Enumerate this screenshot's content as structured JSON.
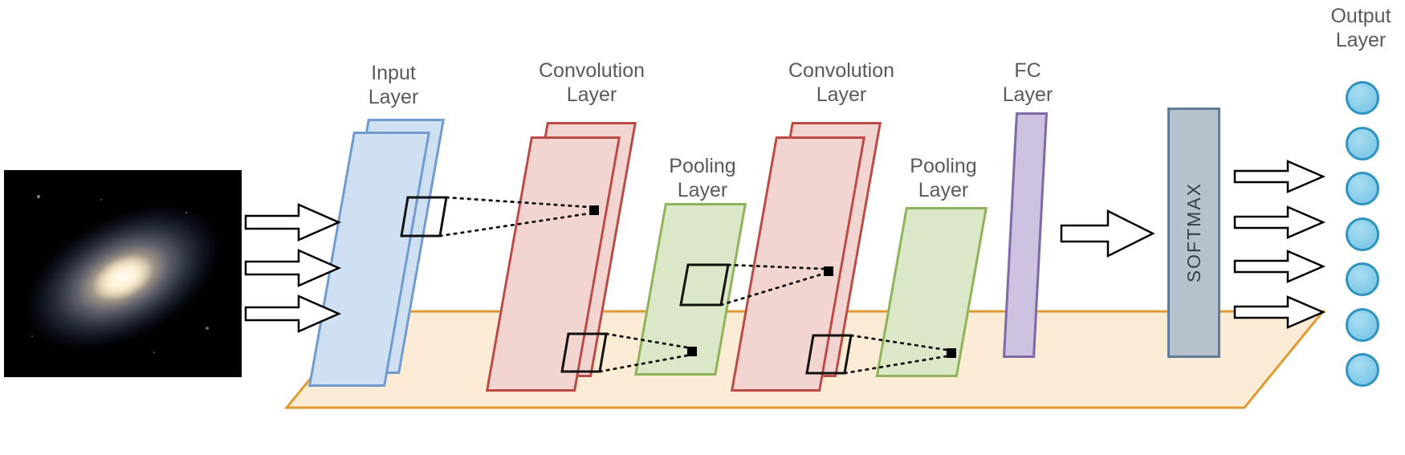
{
  "diagram_type": "convolutional-neural-network-architecture",
  "flow_sequence": [
    "Input image (spiral galaxy)",
    "Input Layer",
    "Convolution Layer",
    "Pooling Layer",
    "Convolution Layer",
    "Pooling Layer",
    "FC Layer",
    "SOFTMAX",
    "Output Layer"
  ],
  "labels": {
    "input": {
      "line1": "Input",
      "line2": "Layer"
    },
    "conv1": {
      "line1": "Convolution",
      "line2": "Layer"
    },
    "pool1": {
      "line1": "Pooling",
      "line2": "Layer"
    },
    "conv2": {
      "line1": "Convolution",
      "line2": "Layer"
    },
    "pool2": {
      "line1": "Pooling",
      "line2": "Layer"
    },
    "fc": {
      "line1": "FC",
      "line2": "Layer"
    },
    "output": {
      "line1": "Output",
      "line2": "Layer"
    },
    "softmax": "SOFTMAX"
  },
  "counts": {
    "input_arrows": 3,
    "output_arrows": 4,
    "output_nodes": 7,
    "input_planes": 2,
    "conv1_planes": 2,
    "conv2_planes": 2,
    "receptive_field_connections": 4
  },
  "icons": {
    "galaxy_image": "spiral-galaxy-photo",
    "flow_arrows": "right-arrow-outline",
    "feature_points": "black-square-dot"
  },
  "colors": {
    "input_layer_fill": "#cfe0f3",
    "input_layer_border": "#6f9bd1",
    "conv_layer_fill": "#f2d4d1",
    "conv_layer_border": "#bc4a45",
    "pooling_layer_fill": "#dbe7c6",
    "pooling_layer_border": "#8fb35a",
    "fc_layer_fill": "#cdc2df",
    "fc_layer_border": "#7e6aa6",
    "softmax_fill": "#b5c2cd",
    "softmax_border": "#5d7d99",
    "ground_fill": "#fcebd5",
    "ground_border": "#e09a33",
    "output_node_fill": "#84c9e7",
    "output_node_border": "#2e93c0",
    "label_text": "#5a5a5a",
    "image_background": "#000000"
  }
}
